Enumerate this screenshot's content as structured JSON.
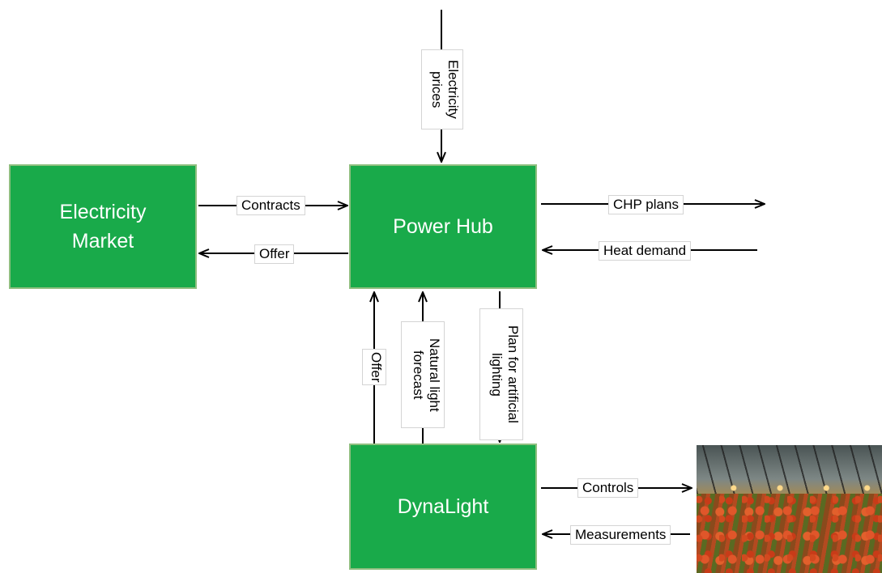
{
  "nodes": {
    "electricity_market": "Electricity Market",
    "power_hub": "Power Hub",
    "dynalight": "DynaLight"
  },
  "edges": {
    "electricity_prices": "Electricity prices",
    "contracts": "Contracts",
    "offer_to_market": "Offer",
    "chp_plans": "CHP plans",
    "heat_demand": "Heat demand",
    "offer_to_hub": "Offer",
    "natural_light_forecast": "Natural light forecast",
    "plan_for_artificial_lighting": "Plan for artificial lighting",
    "controls": "Controls",
    "measurements": "Measurements"
  },
  "colors": {
    "box_fill": "#19aa4a",
    "box_border": "#8fbf7f",
    "box_text": "#ffffff",
    "line": "#000000"
  },
  "images": {
    "greenhouse_photo": "greenhouse-photo"
  }
}
